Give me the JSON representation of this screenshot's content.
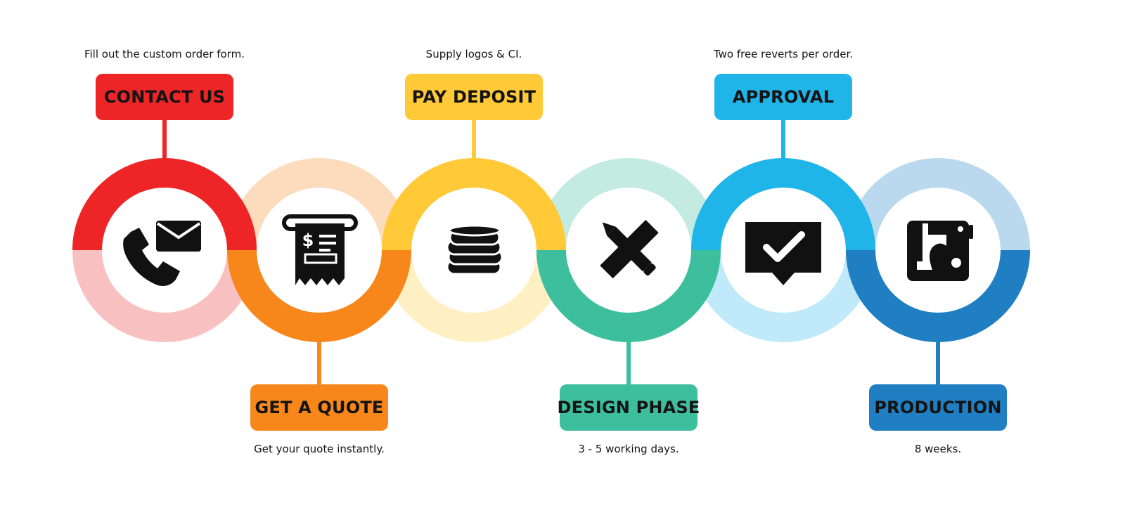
{
  "steps": [
    {
      "label": "CONTACT US",
      "note": "Fill out the custom order form.",
      "position": "top",
      "icon": "phone-mail-icon",
      "colors": {
        "strong": "#ee2527",
        "light": "#f9c0c1"
      }
    },
    {
      "label": "GET A QUOTE",
      "note": "Get your quote instantly.",
      "position": "bottom",
      "icon": "receipt-icon",
      "colors": {
        "strong": "#f7861b",
        "light": "#fddbbd"
      }
    },
    {
      "label": "PAY DEPOSIT",
      "note": "Supply logos & CI.",
      "position": "top",
      "icon": "coins-icon",
      "colors": {
        "strong": "#ffc937",
        "light": "#fff0c3"
      }
    },
    {
      "label": "DESIGN PHASE",
      "note": "3 - 5 working days.",
      "position": "bottom",
      "icon": "pencil-ruler-icon",
      "colors": {
        "strong": "#3dbf9e",
        "light": "#c4ebe1"
      }
    },
    {
      "label": "APPROVAL",
      "note": "Two free reverts per order.",
      "position": "top",
      "icon": "check-speech-icon",
      "colors": {
        "strong": "#1fb5e9",
        "light": "#c0e9f9"
      }
    },
    {
      "label": "PRODUCTION",
      "note": "8 weeks.",
      "position": "bottom",
      "icon": "sewing-machine-icon",
      "colors": {
        "strong": "#1f7fc2",
        "light": "#bad9ef"
      }
    }
  ],
  "icon_color": "#111111"
}
